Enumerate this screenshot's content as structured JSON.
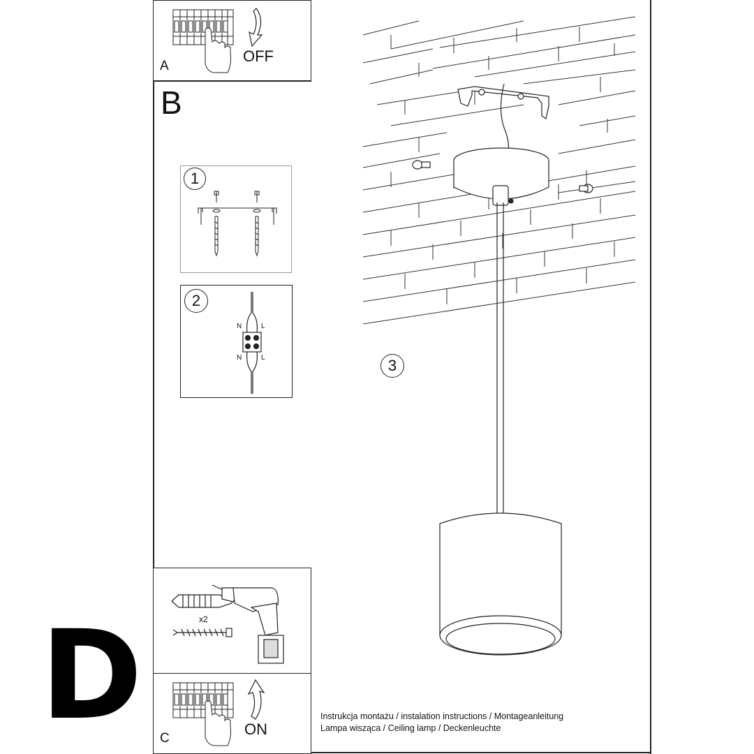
{
  "letter_badge": "D",
  "sections": {
    "a": {
      "label": "A",
      "action": "OFF"
    },
    "b": {
      "label": "B"
    },
    "c": {
      "label": "C",
      "action": "ON"
    }
  },
  "steps": {
    "step1": "1",
    "step2": "2",
    "step3": "3"
  },
  "wiring": {
    "n_top": "N",
    "l_top": "L",
    "n_bottom": "N",
    "l_bottom": "L"
  },
  "drill_panel": {
    "quantity": "x2"
  },
  "caption": {
    "line1": "Instrukcja montażu / instalation instructions / Montageanleitung",
    "line2": "Lampa wisząca / Ceiling lamp / Deckenleuchte"
  },
  "colors": {
    "line": "#222222",
    "background": "#ffffff"
  }
}
